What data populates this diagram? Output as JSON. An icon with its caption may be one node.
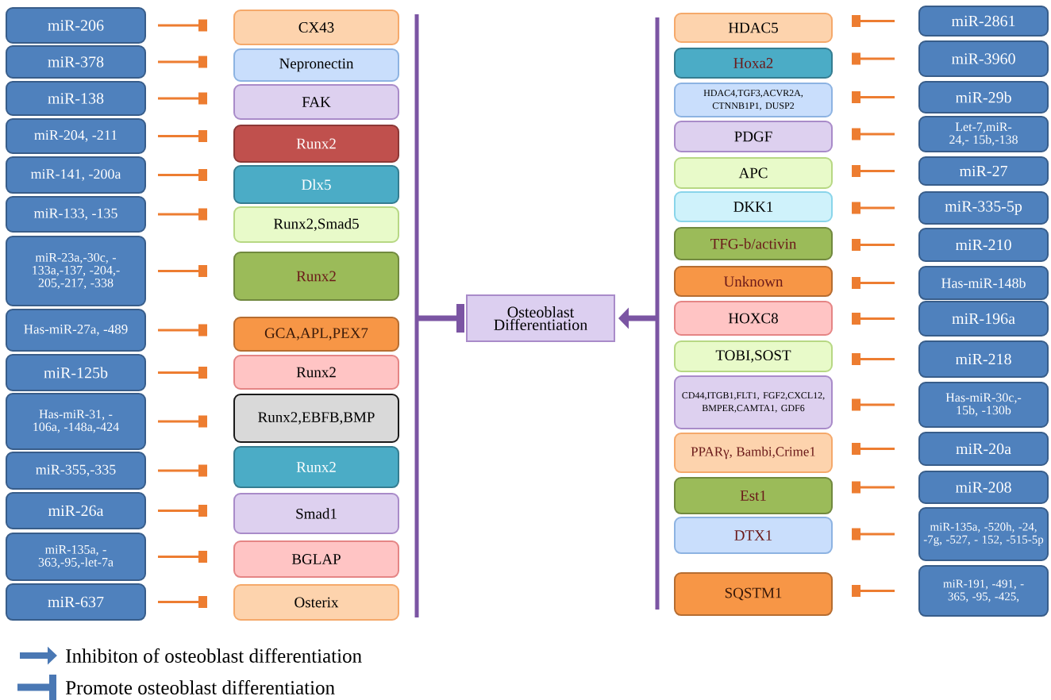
{
  "diagram": {
    "nodes": [
      {
        "text": [
          "miR-206"
        ]
      },
      {
        "text": [
          "miR-378"
        ]
      },
      {
        "text": [
          "miR-138"
        ]
      },
      {
        "text": [
          "miR-204, -211"
        ]
      },
      {
        "text": [
          "miR-141, -200a"
        ]
      },
      {
        "text": [
          "miR-133, -135"
        ]
      },
      {
        "text": [
          "miR-23a,-30c, -133a,-137, -204,-205,-217, -338"
        ]
      },
      {
        "text": [
          "Has-miR-27a, -489"
        ]
      },
      {
        "text": [
          "miR-125b"
        ]
      },
      {
        "text": [
          "Has-miR-31, -106a, -148a,-424"
        ]
      },
      {
        "text": [
          "miR-355,-335"
        ]
      },
      {
        "text": [
          "miR-26a"
        ]
      },
      {
        "text": [
          "miR-135a, -363,-95,-let-7a"
        ]
      },
      {
        "text": [
          "miR-637"
        ]
      },
      {
        "text": [
          "CX43"
        ]
      },
      {
        "text": [
          "Nepronectin"
        ]
      },
      {
        "text": [
          "FAK"
        ]
      },
      {
        "text": [
          "Runx2"
        ]
      },
      {
        "text": [
          "Dlx5"
        ]
      },
      {
        "text": [
          "Runx2,Smad5"
        ]
      },
      {
        "text": [
          "Runx2"
        ]
      },
      {
        "text": [
          "GCA,APL,PEX7"
        ]
      },
      {
        "text": [
          "Runx2"
        ]
      },
      {
        "text": [
          "Runx2,EBFB,BMP"
        ]
      },
      {
        "text": [
          "Runx2"
        ]
      },
      {
        "text": [
          "Smad1"
        ]
      },
      {
        "text": [
          "BGLAP"
        ]
      },
      {
        "text": [
          "Osterix"
        ]
      },
      {
        "text": [
          "Osteoblast Differentiation"
        ]
      },
      {
        "text": [
          "HDAC5"
        ]
      },
      {
        "text": [
          "Hoxa2"
        ]
      },
      {
        "text": [
          "HDAC4,TGF3,ACVR2A, CTNNB1P1, DUSP2"
        ]
      },
      {
        "text": [
          "PDGF"
        ]
      },
      {
        "text": [
          "APC"
        ]
      },
      {
        "text": [
          "DKK1"
        ]
      },
      {
        "text": [
          "TFG-b/activin"
        ]
      },
      {
        "text": [
          "Unknown"
        ]
      },
      {
        "text": [
          "HOXC8"
        ]
      },
      {
        "text": [
          "TOBI,SOST"
        ]
      },
      {
        "text": [
          "CD44,ITGB1,FLT1, FGF2,CXCL12, BMPER,CAMTA1, GDF6"
        ]
      },
      {
        "text": [
          "PPARγ, Bambi,Crime1"
        ]
      },
      {
        "text": [
          "Est1"
        ]
      },
      {
        "text": [
          "DTX1"
        ]
      },
      {
        "text": [
          "SQSTM1"
        ]
      },
      {
        "text": [
          "miR-2861"
        ]
      },
      {
        "text": [
          "miR-3960"
        ]
      },
      {
        "text": [
          "miR-29b"
        ]
      },
      {
        "text": [
          "Let-7,miR-24,- 15b,-138"
        ]
      },
      {
        "text": [
          "miR-27"
        ]
      },
      {
        "text": [
          "miR-335-5p"
        ]
      },
      {
        "text": [
          "miR-210"
        ]
      },
      {
        "text": [
          "Has-miR-148b"
        ]
      },
      {
        "text": [
          "miR-196a"
        ]
      },
      {
        "text": [
          "miR-218"
        ]
      },
      {
        "text": [
          "Has-miR-30c,- 15b, -130b"
        ]
      },
      {
        "text": [
          "miR-20a"
        ]
      },
      {
        "text": [
          "miR-208"
        ]
      },
      {
        "text": [
          "miR-135a, -520h, -24, -7g, -527, - 152, -515-5p"
        ]
      },
      {
        "text": [
          "miR-191, -491, - 365, -95, -425,"
        ]
      }
    ],
    "edges": [
      {
        "from": 0,
        "to": 14,
        "arrow": "other"
      },
      {
        "from": 1,
        "to": 15,
        "arrow": "other"
      },
      {
        "from": 2,
        "to": 16,
        "arrow": "other"
      },
      {
        "from": 3,
        "to": 17,
        "arrow": "other"
      },
      {
        "from": 4,
        "to": 18,
        "arrow": "other"
      },
      {
        "from": 5,
        "to": 19,
        "arrow": "other"
      },
      {
        "from": 6,
        "to": 20,
        "arrow": "other"
      },
      {
        "from": 7,
        "to": 21,
        "arrow": "other"
      },
      {
        "from": 8,
        "to": 22,
        "arrow": "other"
      },
      {
        "from": 9,
        "to": 23,
        "arrow": "other"
      },
      {
        "from": 10,
        "to": 24,
        "arrow": "other"
      },
      {
        "from": 11,
        "to": 25,
        "arrow": "other"
      },
      {
        "from": 12,
        "to": 26,
        "arrow": "other"
      },
      {
        "from": 13,
        "to": 27,
        "arrow": "other"
      },
      {
        "from": 44,
        "to": 29,
        "arrow": "other"
      },
      {
        "from": 45,
        "to": 30,
        "arrow": "other"
      },
      {
        "from": 46,
        "to": 31,
        "arrow": "other"
      },
      {
        "from": 47,
        "to": 32,
        "arrow": "other"
      },
      {
        "from": 48,
        "to": 33,
        "arrow": "other"
      },
      {
        "from": 49,
        "to": 34,
        "arrow": "other"
      },
      {
        "from": 50,
        "to": 35,
        "arrow": "other"
      },
      {
        "from": 51,
        "to": 36,
        "arrow": "other"
      },
      {
        "from": 52,
        "to": 37,
        "arrow": "other"
      },
      {
        "from": 53,
        "to": 38,
        "arrow": "other"
      },
      {
        "from": 54,
        "to": 39,
        "arrow": "other"
      },
      {
        "from": 55,
        "to": 40,
        "arrow": "other"
      },
      {
        "from": 56,
        "to": 41,
        "arrow": "other"
      },
      {
        "from": 57,
        "to": 42,
        "arrow": "other"
      },
      {
        "from": 58,
        "to": 43,
        "arrow": "other"
      },
      {
        "from": null,
        "to": 28,
        "arrow": "other",
        "style": "thick",
        "color": "#7b55a3"
      },
      {
        "from": null,
        "to": 28,
        "arrow": "to",
        "style": "thick",
        "color": "#7b55a3"
      }
    ],
    "legend": [
      {
        "text": "Inhibiton of osteoblast differentiation"
      },
      {
        "text": "Promote osteoblast differentiation"
      }
    ]
  }
}
